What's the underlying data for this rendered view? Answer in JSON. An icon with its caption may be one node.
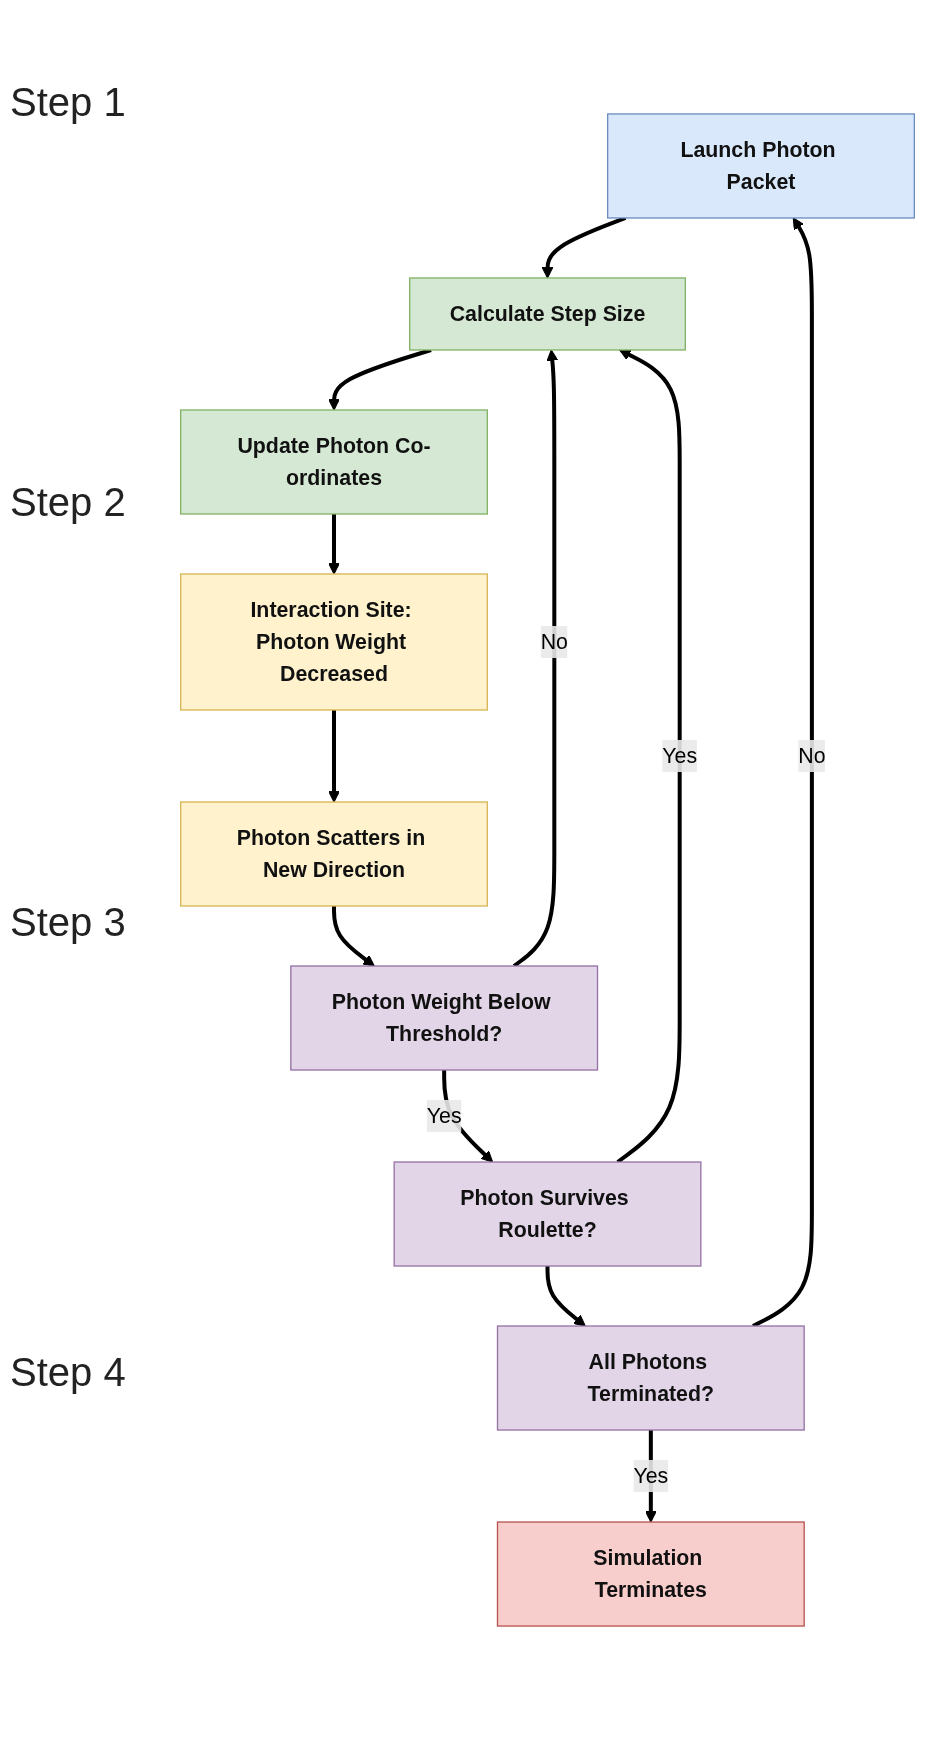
{
  "diagram": {
    "nodes": [
      {
        "text": [
          "Launch Photon Packet"
        ]
      },
      {
        "text": [
          "Calculate Step Size"
        ]
      },
      {
        "text": [
          "Update Photon Co-ordinates"
        ]
      },
      {
        "text": [
          "Interaction Site: Photon Weight Decreased"
        ]
      },
      {
        "text": [
          "Photon Scatters in New Direction"
        ]
      },
      {
        "text": [
          "Photon Weight Below Threshold?"
        ]
      },
      {
        "text": [
          "Photon Survives Roulette?"
        ]
      },
      {
        "text": [
          "All Photons Terminated?"
        ]
      },
      {
        "text": [
          "Simulation Terminates"
        ]
      }
    ],
    "edges": [
      {
        "from": 0,
        "to": 1,
        "arrow": "to"
      },
      {
        "from": 1,
        "to": 2,
        "arrow": "to"
      },
      {
        "from": 2,
        "to": 3,
        "arrow": "to"
      },
      {
        "from": 3,
        "to": 4,
        "arrow": "to"
      },
      {
        "from": 4,
        "to": 5,
        "arrow": "to"
      },
      {
        "from": 5,
        "to": 1,
        "arrow": "to",
        "label": "No"
      },
      {
        "from": 5,
        "to": 6,
        "arrow": "to",
        "label": "Yes"
      },
      {
        "from": 6,
        "to": 1,
        "arrow": "to",
        "label": "Yes"
      },
      {
        "from": 6,
        "to": 7,
        "arrow": "to"
      },
      {
        "from": 7,
        "to": 0,
        "arrow": "to",
        "label": "No"
      },
      {
        "from": 7,
        "to": 8,
        "arrow": "to",
        "label": "Yes"
      }
    ],
    "labels": [
      "Step 1",
      "Step 2",
      "Step 3",
      "Step 4"
    ]
  }
}
